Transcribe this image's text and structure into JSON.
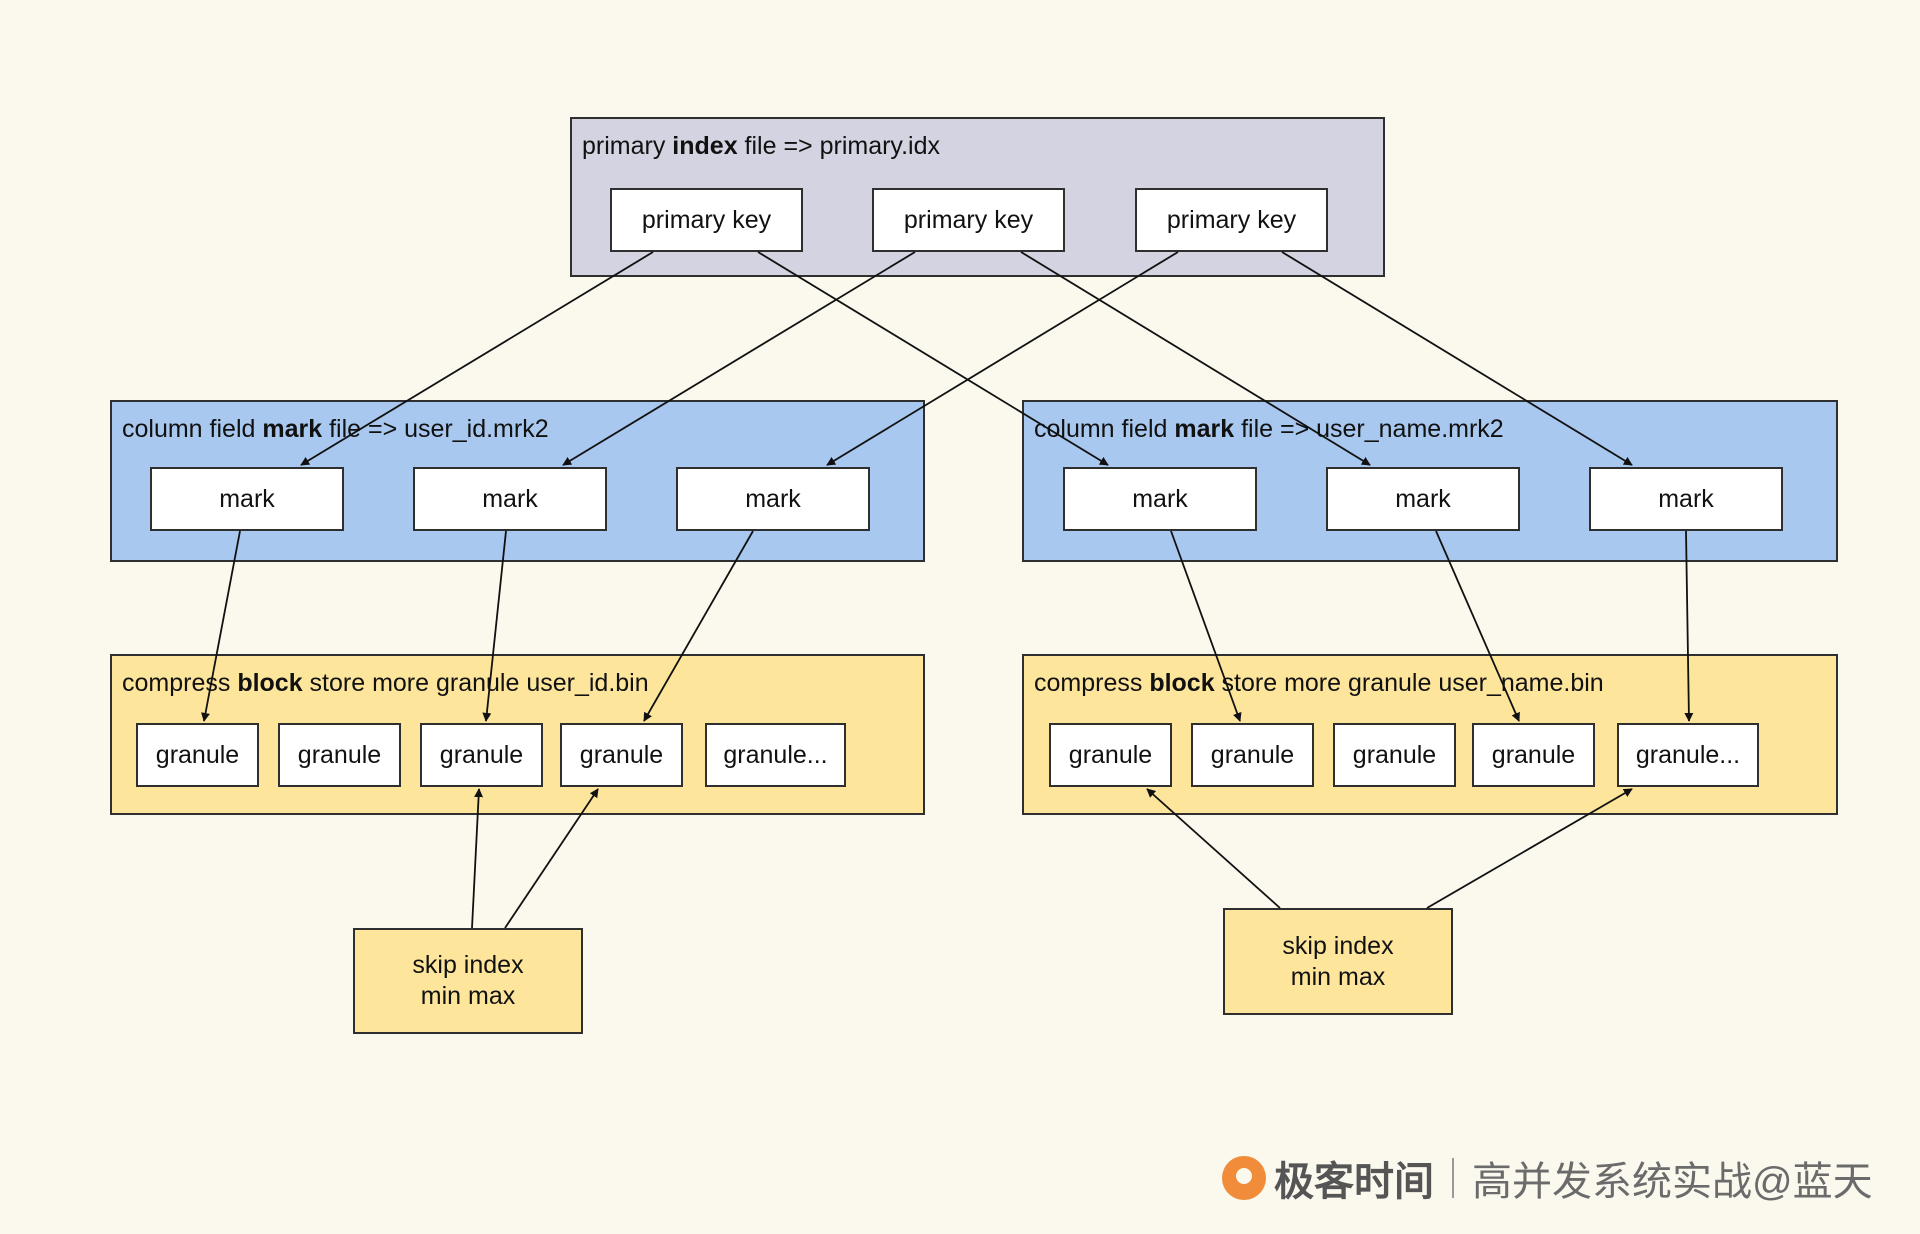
{
  "primary_index": {
    "title_prefix": "primary ",
    "title_bold": "index",
    "title_suffix": " file => primary.idx",
    "keys": [
      "primary key",
      "primary key",
      "primary key"
    ]
  },
  "mark_files": [
    {
      "title_prefix": "column field ",
      "title_bold": "mark",
      "title_suffix": " file => user_id.mrk2",
      "marks": [
        "mark",
        "mark",
        "mark"
      ]
    },
    {
      "title_prefix": "column field ",
      "title_bold": "mark",
      "title_suffix": " file => user_name.mrk2",
      "marks": [
        "mark",
        "mark",
        "mark"
      ]
    }
  ],
  "compress_blocks": [
    {
      "title_prefix": "compress ",
      "title_bold": "block",
      "title_suffix": " store more granule user_id.bin",
      "granules": [
        "granule",
        "granule",
        "granule",
        "granule",
        "granule..."
      ]
    },
    {
      "title_prefix": "compress ",
      "title_bold": "block",
      "title_suffix": " store more granule user_name.bin",
      "granules": [
        "granule",
        "granule",
        "granule",
        "granule",
        "granule..."
      ]
    }
  ],
  "skip_indexes": [
    {
      "line1": "skip index",
      "line2": "min max"
    },
    {
      "line1": "skip index",
      "line2": "min max"
    }
  ],
  "footer": {
    "brand": "极客时间",
    "text": "高并发系统实战@蓝天"
  },
  "colors": {
    "background": "#fbf8ee",
    "primary_container": "#d3d3e1",
    "mark_container": "#a8c8ef",
    "compress_container": "#fde69c",
    "logo": "#f08c3a"
  }
}
